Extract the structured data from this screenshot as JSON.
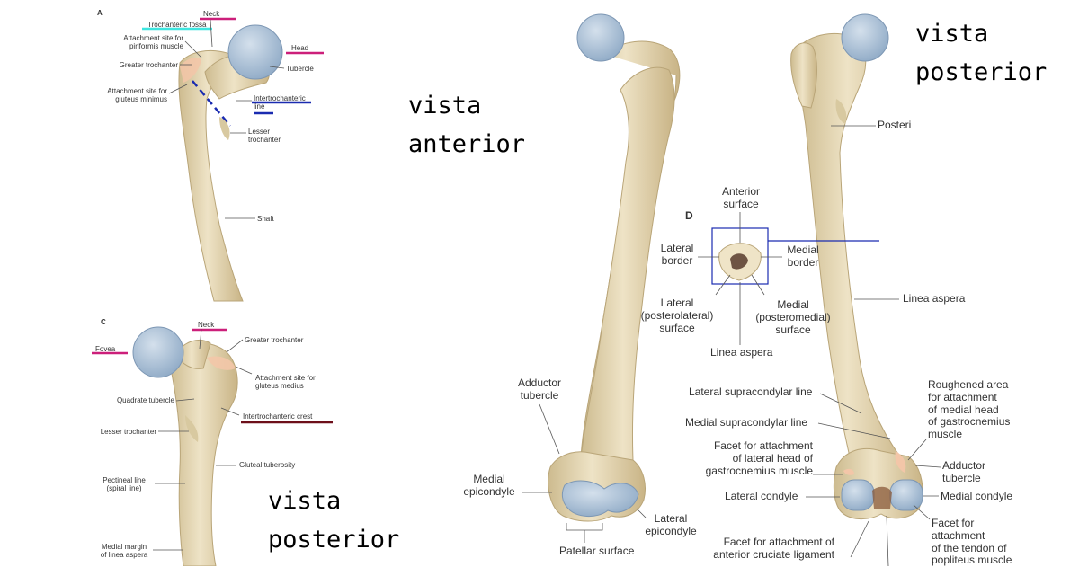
{
  "colors": {
    "bone": "#e8dcbc",
    "bone_shade": "#cbb98f",
    "cartilage": "#9fb6cf",
    "cartilage_light": "#c7d6e6",
    "attachment": "#f3c6a8",
    "highlight_cyan": "#3ee6e0",
    "highlight_magenta": "#cc1f7a",
    "highlight_blue": "#1a2bb0",
    "highlight_maroon": "#6d0f1a",
    "leader": "#555555"
  },
  "panelA": {
    "letter": "A",
    "neck": "Neck",
    "trochanteric_fossa": "Trochanteric fossa",
    "piriformis": "Attachment site for\npiriformis muscle",
    "greater_trochanter": "Greater trochanter",
    "gluteus_minimus": "Attachment site for\ngluteus minimus",
    "head": "Head",
    "tubercle": "Tubercle",
    "intertrochanteric_line": "Intertrochanteric\nline",
    "lesser_trochanter": "Lesser\ntrochanter",
    "shaft": "Shaft"
  },
  "panelC": {
    "letter": "C",
    "neck": "Neck",
    "fovea": "Fovea",
    "greater_trochanter": "Greater trochanter",
    "gluteus_medius": "Attachment site for\ngluteus medius",
    "quadrate_tubercle": "Quadrate tubercle",
    "intertrochanteric_crest": "Intertrochanteric crest",
    "lesser_trochanter": "Lesser trochanter",
    "gluteal_tuberosity": "Gluteal tuberosity",
    "pectineal_line": "Pectineal line\n(spiral line)",
    "medial_margin": "Medial margin\nof linea aspera"
  },
  "captions": {
    "anterior": "vista\nanterior",
    "posterior_top": "vista\nposterior",
    "posterior_bottom": "vista\nposterior"
  },
  "anterior_view": {
    "adductor_tubercle": "Adductor\ntubercle",
    "medial_epicondyle": "Medial\nepicondyle",
    "lateral_epicondyle": "Lateral\nepicondyle",
    "patellar_surface": "Patellar surface"
  },
  "panelD": {
    "letter": "D",
    "anterior_surface": "Anterior\nsurface",
    "lateral_border": "Lateral\nborder",
    "medial_border": "Medial\nborder",
    "lateral_surface": "Lateral\n(posterolateral)\nsurface",
    "medial_surface": "Medial\n(posteromedial)\nsurface",
    "linea_aspera": "Linea aspera"
  },
  "posterior_view": {
    "posterior_cut": "Posteri",
    "linea_aspera": "Linea aspera",
    "lateral_supracondylar": "Lateral supracondylar line",
    "medial_supracondylar": "Medial supracondylar line",
    "facet_lateral_head": "Facet for attachment\nof lateral head of\ngastrocnemius muscle",
    "lateral_condyle": "Lateral condyle",
    "facet_acl": "Facet for attachment of\nanterior cruciate ligament",
    "roughened_area": "Roughened area\nfor attachment\nof medial head\nof gastrocnemius\nmuscle",
    "adductor_tubercle": "Adductor\ntubercle",
    "medial_condyle": "Medial condyle",
    "facet_popliteus": "Facet for\nattachment\nof the tendon of\npopliteus muscle"
  }
}
